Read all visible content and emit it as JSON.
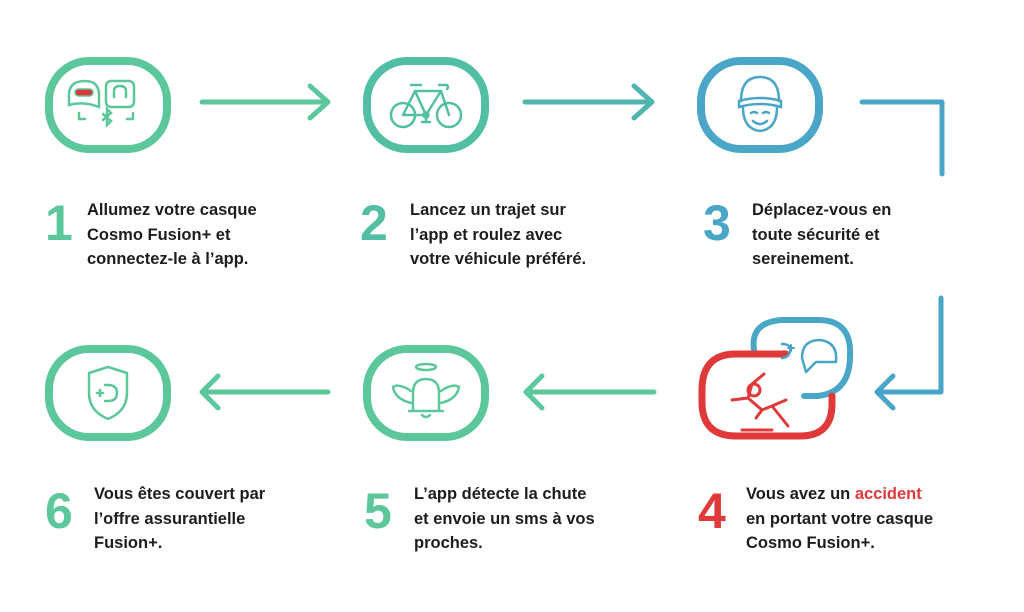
{
  "colors": {
    "green": "#5cc79a",
    "teal": "#4fb5ae",
    "blue": "#4aa6c6",
    "red": "#e0393a",
    "text": "#1d1d1b"
  },
  "steps": [
    {
      "number": "1",
      "lines": [
        "Allumez votre casque",
        "Cosmo Fusion+ et",
        "connectez-le à l’app."
      ],
      "icon": "helmet-bluetooth-icon"
    },
    {
      "number": "2",
      "lines": [
        "Lancez un trajet sur",
        "l’app et roulez avec",
        "votre véhicule préféré."
      ],
      "icon": "bicycle-icon"
    },
    {
      "number": "3",
      "lines": [
        "Déplacez-vous en",
        "toute sécurité et",
        "sereinement."
      ],
      "icon": "smiling-rider-icon"
    },
    {
      "number": "4",
      "lines_pre": "Vous avez un ",
      "highlight": "accident",
      "lines": [
        "en portant votre casque",
        "Cosmo Fusion+."
      ],
      "icon": "fall-accident-icon"
    },
    {
      "number": "5",
      "lines": [
        "L’app détecte la chute",
        "et envoie un sms à vos",
        "proches."
      ],
      "icon": "angel-bell-icon"
    },
    {
      "number": "6",
      "lines": [
        "Vous êtes couvert par",
        "l’offre assurantielle",
        "Fusion+."
      ],
      "icon": "insurance-shield-icon"
    }
  ]
}
